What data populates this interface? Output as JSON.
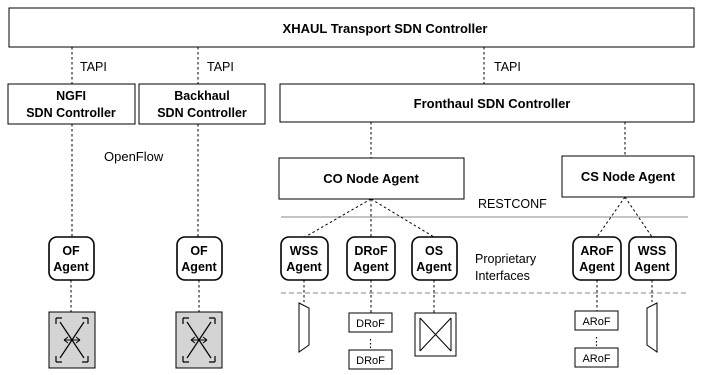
{
  "controllers": {
    "xhaul": "XHAUL Transport SDN Controller",
    "ngfi": [
      "NGFI",
      "SDN Controller"
    ],
    "backhaul": [
      "Backhaul",
      "SDN Controller"
    ],
    "fronthaul": "Fronthaul SDN Controller"
  },
  "node_agents": {
    "co": "CO Node Agent",
    "cs": "CS Node Agent"
  },
  "interfaces": {
    "tapi": "TAPI",
    "openflow": "OpenFlow",
    "restconf": "RESTCONF",
    "proprietary": [
      "Proprietary",
      "Interfaces"
    ]
  },
  "agents": {
    "of_1": [
      "OF",
      "Agent"
    ],
    "of_2": [
      "OF",
      "Agent"
    ],
    "wss_1": [
      "WSS",
      "Agent"
    ],
    "drof": [
      "DRoF",
      "Agent"
    ],
    "os": [
      "OS",
      "Agent"
    ],
    "arof": [
      "ARoF",
      "Agent"
    ],
    "wss_2": [
      "WSS",
      "Agent"
    ]
  },
  "devices": {
    "drof_label": "DRoF",
    "arof_label": "ARoF",
    "ellipsis": "⋮"
  },
  "icons": {
    "openflow_switch": "openflow-switch-icon",
    "wss": "wss-trapezoid-icon",
    "optical_switch": "optical-switch-icon"
  }
}
